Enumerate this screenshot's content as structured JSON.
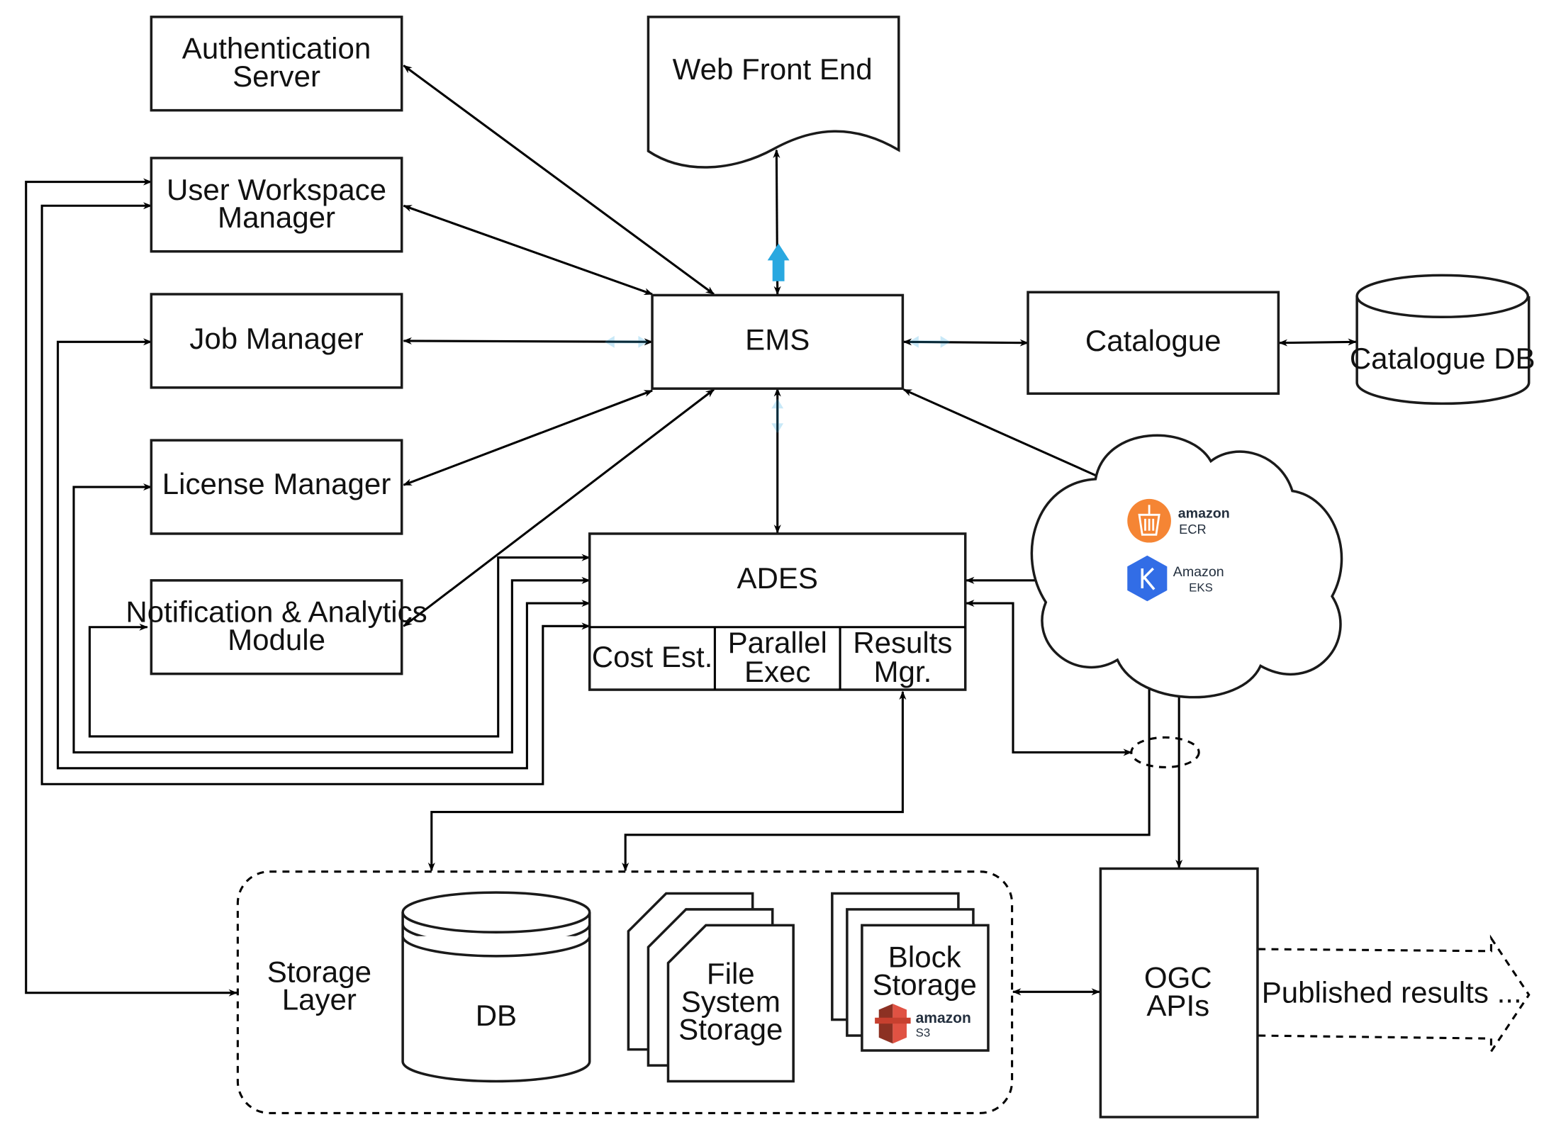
{
  "nodes": {
    "auth_server": [
      "Authentication",
      "Server"
    ],
    "web_front_end": "Web Front End",
    "user_workspace_manager": [
      "User Workspace",
      "Manager"
    ],
    "job_manager": "Job Manager",
    "license_manager": "License Manager",
    "notification_module": [
      "Notification & Analytics",
      "Module"
    ],
    "ems": "EMS",
    "catalogue": "Catalogue",
    "catalogue_db": "Catalogue DB",
    "ades": "ADES",
    "cost_est": "Cost Est.",
    "parallel_exec": [
      "Parallel",
      "Exec"
    ],
    "results_mgr": [
      "Results",
      "Mgr."
    ],
    "storage_layer": [
      "Storage",
      "Layer"
    ],
    "db": "DB",
    "file_system_storage": [
      "File",
      "System",
      "Storage"
    ],
    "block_storage": [
      "Block",
      "Storage"
    ],
    "ogc_apis": [
      "OGC",
      "APIs"
    ],
    "published_results": "Published results ..."
  },
  "cloud_services": {
    "ecr": {
      "brand": "amazon",
      "service": "ECR",
      "icon": "ecr-icon"
    },
    "eks": {
      "brand": "Amazon",
      "service": "EKS",
      "icon": "eks-icon"
    },
    "s3": {
      "brand": "amazon",
      "service": "S3",
      "icon": "s3-icon"
    }
  },
  "colors": {
    "highlight_arrow": "#29a8e0",
    "ecr_orange": "#f58534",
    "eks_blue": "#326de6",
    "s3_red": "#c7402f"
  }
}
